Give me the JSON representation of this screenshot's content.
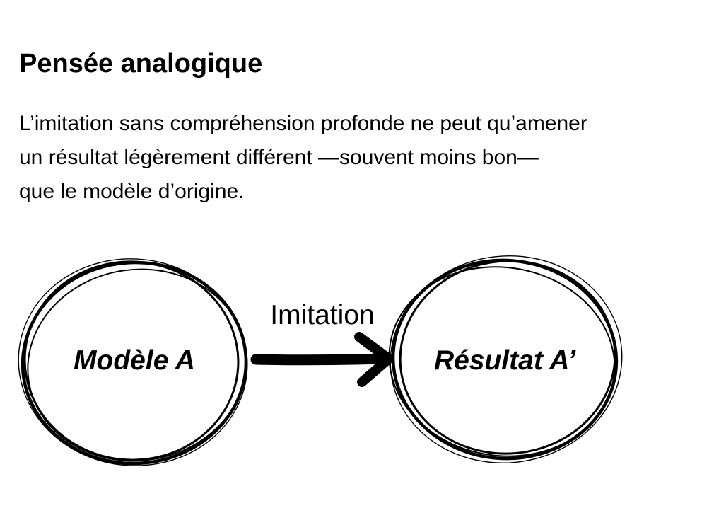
{
  "title": "Pensée analogique",
  "paragraph": {
    "lines": [
      "L’imitation sans compréhension profonde ne peut qu’amener",
      "un résultat légèrement différent —souvent moins bon—",
      "que le modèle d’origine."
    ]
  },
  "diagram": {
    "nodes": [
      {
        "id": "source",
        "label": "Modèle A"
      },
      {
        "id": "result",
        "label": "Résultat A’"
      }
    ],
    "edge": {
      "from": "source",
      "to": "result",
      "label": "Imitation"
    },
    "colors": {
      "ink": "#000000",
      "background": "#ffffff"
    }
  }
}
